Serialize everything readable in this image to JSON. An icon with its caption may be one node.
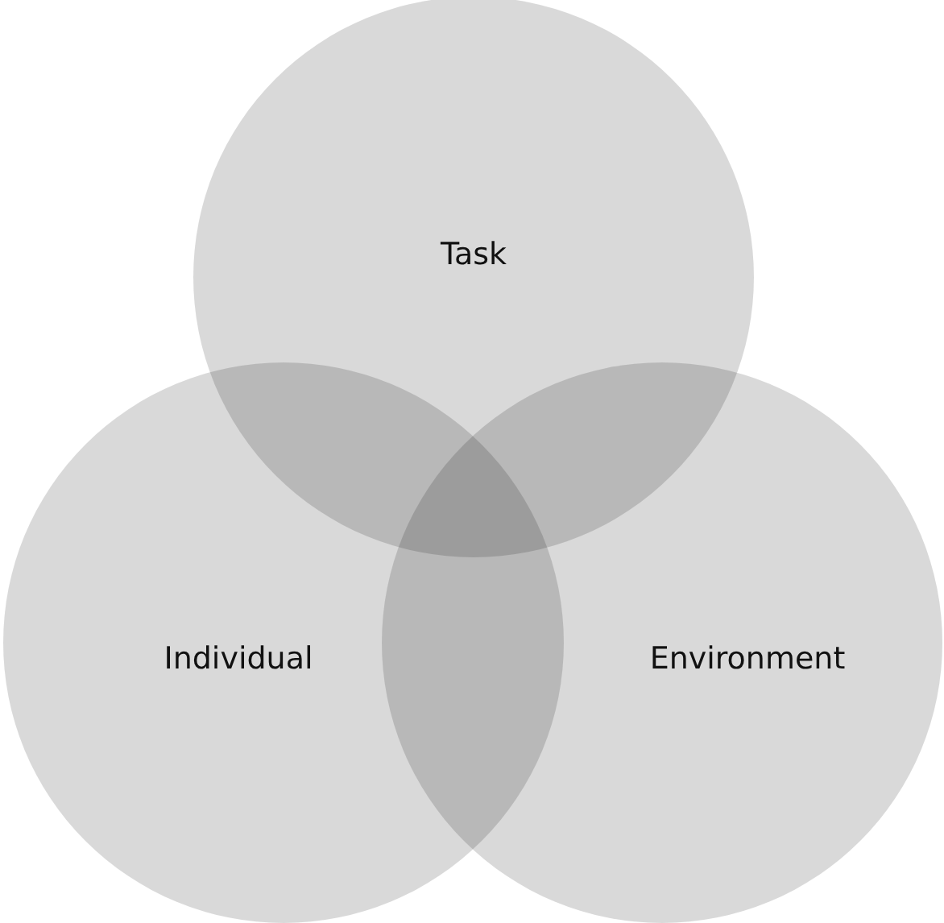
{
  "diagram": {
    "nodes": [
      {
        "text": [
          "Task"
        ]
      },
      {
        "text": [
          "Individual"
        ]
      },
      {
        "text": [
          "Environment"
        ]
      }
    ]
  }
}
